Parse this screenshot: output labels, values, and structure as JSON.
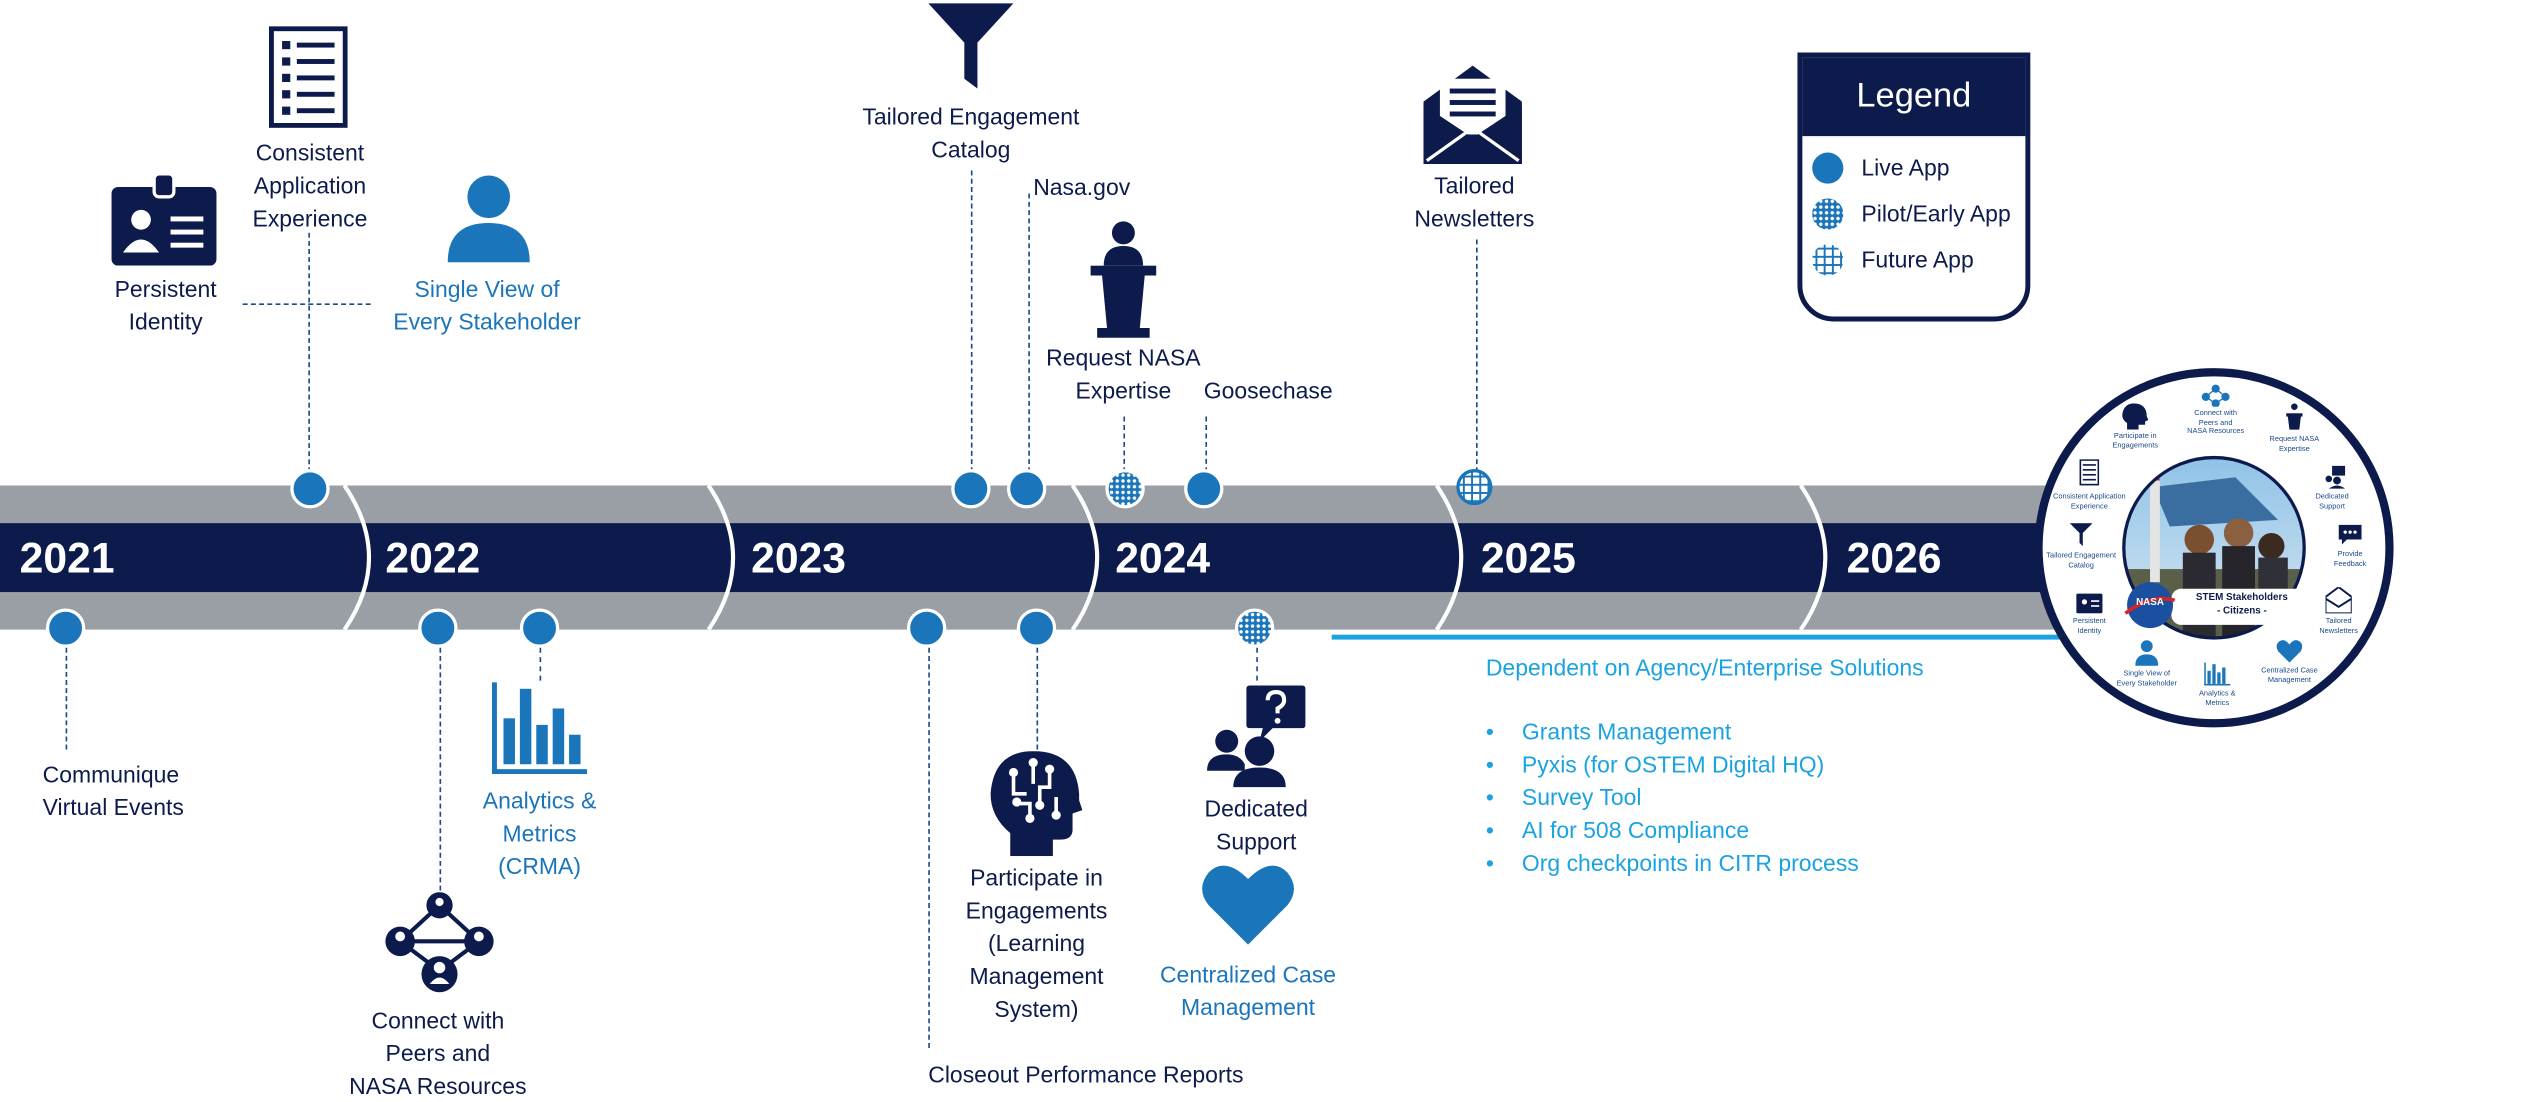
{
  "years": [
    "2021",
    "2022",
    "2023",
    "2024",
    "2025",
    "2026"
  ],
  "above": {
    "persistent_identity": "Persistent\nIdentity",
    "consistent_app": "Consistent\nApplication\nExperience",
    "single_view": "Single View of\nEvery Stakeholder",
    "tailored_catalog": "Tailored Engagement\nCatalog",
    "nasa_gov": "Nasa.gov",
    "request_expertise": "Request NASA\nExpertise",
    "goosechase": "Goosechase",
    "tailored_newsletters": "Tailored\nNewsletters"
  },
  "below": {
    "communique": "Communique\nVirtual Events",
    "analytics": "Analytics &\nMetrics\n(CRMA)",
    "connect_peers": "Connect with\nPeers and\nNASA Resources",
    "participate": "Participate in\nEngagements\n(Learning\nManagement\nSystem)",
    "closeout": "Closeout Performance Reports",
    "dedicated_support": "Dedicated\nSupport",
    "centralized_case": "Centralized Case\nManagement"
  },
  "dependent": {
    "heading": "Dependent  on Agency/Enterprise Solutions",
    "bullet": "•",
    "items": [
      "Grants Management",
      "Pyxis (for OSTEM Digital HQ)",
      "Survey Tool",
      "AI for 508 Compliance",
      "Org checkpoints in CITR process"
    ]
  },
  "legend": {
    "title": "Legend",
    "items": [
      "Live App",
      "Pilot/Early App",
      "Future App"
    ]
  },
  "hub": {
    "center_line1": "STEM Stakeholders",
    "center_line2": "- Citizens -",
    "nasa": "NASA",
    "labels": {
      "participate": "Participate in\nEngagements",
      "connect": "Connect with\nPeers and\nNASA Resources",
      "request": "Request NASA\nExpertise",
      "dedicated": "Dedicated\nSupport",
      "consistent": "Consistent Application\nExperience",
      "feedback": "Provide\nFeedback",
      "catalog": "Tailored Engagement\nCatalog",
      "persistent": "Persistent\nIdentity",
      "newsletters": "Tailored\nNewsletters",
      "single_view": "Single View of\nEvery Stakeholder",
      "analytics": "Analytics &\nMetrics",
      "case": "Centralized Case\nManagement"
    }
  },
  "colors": {
    "navy": "#0d1b4c",
    "band_gray": "#9a9ea5",
    "live_blue": "#1b75bb",
    "cyan": "#1aa3e0"
  },
  "icons": [
    "id-card-icon",
    "checklist-icon",
    "person-icon",
    "funnel-icon",
    "podium-icon",
    "newsletter-icon",
    "bar-chart-icon",
    "network-icon",
    "brain-icon",
    "support-icon",
    "heart-icon"
  ]
}
